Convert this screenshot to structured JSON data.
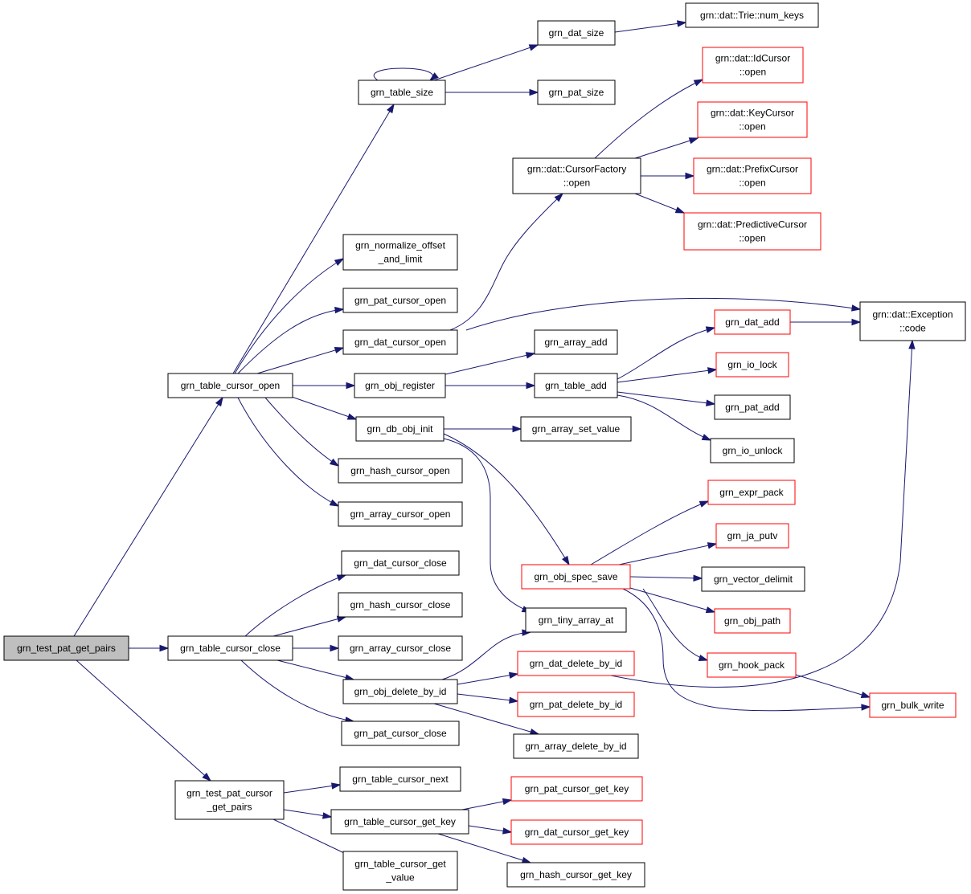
{
  "nodes": [
    {
      "id": "root",
      "lines": [
        "grn_test_pat_get_pairs"
      ],
      "style": "root"
    },
    {
      "id": "tco",
      "lines": [
        "grn_table_cursor_open"
      ]
    },
    {
      "id": "tcc",
      "lines": [
        "grn_table_cursor_close"
      ]
    },
    {
      "id": "tpcgp",
      "lines": [
        "grn_test_pat_cursor",
        "_get_pairs"
      ]
    },
    {
      "id": "tsize",
      "lines": [
        "grn_table_size"
      ]
    },
    {
      "id": "dsize",
      "lines": [
        "grn_dat_size"
      ]
    },
    {
      "id": "trie",
      "lines": [
        "grn::dat::Trie::num_keys"
      ]
    },
    {
      "id": "psize",
      "lines": [
        "grn_pat_size"
      ]
    },
    {
      "id": "idcur",
      "lines": [
        "grn::dat::IdCursor",
        "::open"
      ],
      "style": "red"
    },
    {
      "id": "keycur",
      "lines": [
        "grn::dat::KeyCursor",
        "::open"
      ],
      "style": "red"
    },
    {
      "id": "cfact",
      "lines": [
        "grn::dat::CursorFactory",
        "::open"
      ]
    },
    {
      "id": "prefcur",
      "lines": [
        "grn::dat::PrefixCursor",
        "::open"
      ],
      "style": "red"
    },
    {
      "id": "predcur",
      "lines": [
        "grn::dat::PredictiveCursor",
        "::open"
      ],
      "style": "red"
    },
    {
      "id": "norm",
      "lines": [
        "grn_normalize_offset",
        "_and_limit"
      ]
    },
    {
      "id": "pco",
      "lines": [
        "grn_pat_cursor_open"
      ]
    },
    {
      "id": "dco",
      "lines": [
        "grn_dat_cursor_open"
      ]
    },
    {
      "id": "exc",
      "lines": [
        "grn::dat::Exception",
        "::code"
      ]
    },
    {
      "id": "dadd",
      "lines": [
        "grn_dat_add"
      ],
      "style": "red"
    },
    {
      "id": "aadd",
      "lines": [
        "grn_array_add"
      ]
    },
    {
      "id": "oreg",
      "lines": [
        "grn_obj_register"
      ]
    },
    {
      "id": "tadd",
      "lines": [
        "grn_table_add"
      ]
    },
    {
      "id": "iolock",
      "lines": [
        "grn_io_lock"
      ],
      "style": "red"
    },
    {
      "id": "padd",
      "lines": [
        "grn_pat_add"
      ]
    },
    {
      "id": "dbinit",
      "lines": [
        "grn_db_obj_init"
      ]
    },
    {
      "id": "asv",
      "lines": [
        "grn_array_set_value"
      ]
    },
    {
      "id": "iounlock",
      "lines": [
        "grn_io_unlock"
      ]
    },
    {
      "id": "hco",
      "lines": [
        "grn_hash_cursor_open"
      ]
    },
    {
      "id": "exprp",
      "lines": [
        "grn_expr_pack"
      ],
      "style": "red"
    },
    {
      "id": "aco",
      "lines": [
        "grn_array_cursor_open"
      ]
    },
    {
      "id": "japutv",
      "lines": [
        "grn_ja_putv"
      ],
      "style": "red"
    },
    {
      "id": "dcc",
      "lines": [
        "grn_dat_cursor_close"
      ]
    },
    {
      "id": "oss",
      "lines": [
        "grn_obj_spec_save"
      ],
      "style": "red"
    },
    {
      "id": "vdelim",
      "lines": [
        "grn_vector_delimit"
      ]
    },
    {
      "id": "hcc",
      "lines": [
        "grn_hash_cursor_close"
      ]
    },
    {
      "id": "tiny",
      "lines": [
        "grn_tiny_array_at"
      ]
    },
    {
      "id": "opath",
      "lines": [
        "grn_obj_path"
      ],
      "style": "red"
    },
    {
      "id": "acc",
      "lines": [
        "grn_array_cursor_close"
      ]
    },
    {
      "id": "ddel",
      "lines": [
        "grn_dat_delete_by_id"
      ],
      "style": "red"
    },
    {
      "id": "hookp",
      "lines": [
        "grn_hook_pack"
      ],
      "style": "red"
    },
    {
      "id": "odel",
      "lines": [
        "grn_obj_delete_by_id"
      ]
    },
    {
      "id": "pdel",
      "lines": [
        "grn_pat_delete_by_id"
      ],
      "style": "red"
    },
    {
      "id": "bulkw",
      "lines": [
        "grn_bulk_write"
      ],
      "style": "red"
    },
    {
      "id": "pcc",
      "lines": [
        "grn_pat_cursor_close"
      ]
    },
    {
      "id": "adel",
      "lines": [
        "grn_array_delete_by_id"
      ]
    },
    {
      "id": "tcn",
      "lines": [
        "grn_table_cursor_next"
      ]
    },
    {
      "id": "pcgk",
      "lines": [
        "grn_pat_cursor_get_key"
      ],
      "style": "red"
    },
    {
      "id": "tcgk",
      "lines": [
        "grn_table_cursor_get_key"
      ]
    },
    {
      "id": "dcgk",
      "lines": [
        "grn_dat_cursor_get_key"
      ],
      "style": "red"
    },
    {
      "id": "tcgv",
      "lines": [
        "grn_table_cursor_get",
        "_value"
      ]
    },
    {
      "id": "hcgk",
      "lines": [
        "grn_hash_cursor_get_key"
      ]
    }
  ],
  "edges": [
    [
      "root",
      "tco"
    ],
    [
      "root",
      "tcc"
    ],
    [
      "root",
      "tpcgp"
    ],
    [
      "tco",
      "tsize"
    ],
    [
      "tco",
      "norm"
    ],
    [
      "tco",
      "pco"
    ],
    [
      "tco",
      "dco"
    ],
    [
      "tco",
      "oreg"
    ],
    [
      "tco",
      "dbinit"
    ],
    [
      "tco",
      "hco"
    ],
    [
      "tco",
      "aco"
    ],
    [
      "tsize",
      "tsize"
    ],
    [
      "tsize",
      "dsize"
    ],
    [
      "tsize",
      "psize"
    ],
    [
      "dsize",
      "trie"
    ],
    [
      "dco",
      "cfact"
    ],
    [
      "dco",
      "exc"
    ],
    [
      "cfact",
      "idcur"
    ],
    [
      "cfact",
      "keycur"
    ],
    [
      "cfact",
      "prefcur"
    ],
    [
      "cfact",
      "predcur"
    ],
    [
      "oreg",
      "aadd"
    ],
    [
      "oreg",
      "tadd"
    ],
    [
      "tadd",
      "dadd"
    ],
    [
      "tadd",
      "iolock"
    ],
    [
      "tadd",
      "padd"
    ],
    [
      "tadd",
      "iounlock"
    ],
    [
      "dadd",
      "exc"
    ],
    [
      "dbinit",
      "asv"
    ],
    [
      "dbinit",
      "oss"
    ],
    [
      "dbinit",
      "tiny"
    ],
    [
      "oss",
      "exprp"
    ],
    [
      "oss",
      "japutv"
    ],
    [
      "oss",
      "vdelim"
    ],
    [
      "oss",
      "opath"
    ],
    [
      "oss",
      "hookp"
    ],
    [
      "oss",
      "bulkw"
    ],
    [
      "hookp",
      "bulkw"
    ],
    [
      "tcc",
      "dcc"
    ],
    [
      "tcc",
      "hcc"
    ],
    [
      "tcc",
      "acc"
    ],
    [
      "tcc",
      "odel"
    ],
    [
      "tcc",
      "pcc"
    ],
    [
      "odel",
      "tiny"
    ],
    [
      "odel",
      "ddel"
    ],
    [
      "odel",
      "pdel"
    ],
    [
      "odel",
      "adel"
    ],
    [
      "ddel",
      "exc"
    ],
    [
      "tpcgp",
      "tcn"
    ],
    [
      "tpcgp",
      "tcgk"
    ],
    [
      "tpcgp",
      "tcgv"
    ],
    [
      "tcgk",
      "pcgk"
    ],
    [
      "tcgk",
      "dcgk"
    ],
    [
      "tcgk",
      "hcgk"
    ]
  ],
  "colors": {
    "edge": "#191970",
    "border": "#000000",
    "highlight_border": "#ff0000",
    "root_fill": "#bfbfbf"
  }
}
